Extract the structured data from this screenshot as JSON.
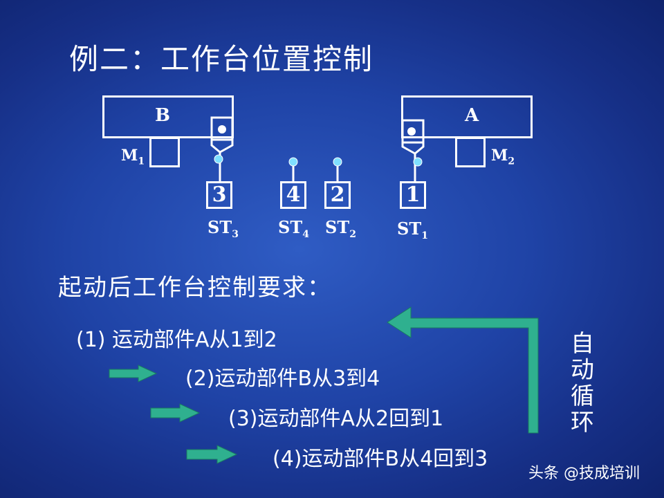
{
  "title": "例二：工作台位置控制",
  "diagram": {
    "block_b": "B",
    "block_a": "A",
    "motor_left": {
      "name": "M",
      "sub": "1"
    },
    "motor_right": {
      "name": "M",
      "sub": "2"
    },
    "switches": [
      {
        "number": "3",
        "label": "ST",
        "sub": "3"
      },
      {
        "number": "4",
        "label": "ST",
        "sub": "4"
      },
      {
        "number": "2",
        "label": "ST",
        "sub": "2"
      },
      {
        "number": "1",
        "label": "ST",
        "sub": "1"
      }
    ],
    "colors": {
      "arrow": "#2fb08f",
      "line": "#ffffff",
      "pin": "#7fe0ff"
    }
  },
  "requirements": {
    "heading": "起动后工作台控制要求：",
    "steps": [
      "(1) 运动部件A从1到2",
      "(2)运动部件B从3到4",
      "(3)运动部件A从2回到1",
      "(4)运动部件B从4回到3"
    ],
    "loop_label": [
      "自",
      "动",
      "循",
      "环"
    ]
  },
  "watermark": "头条 @技成培训"
}
